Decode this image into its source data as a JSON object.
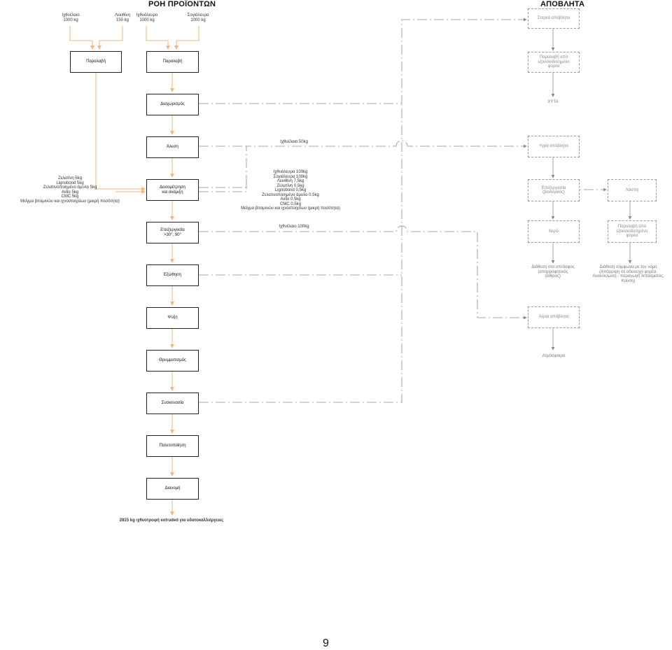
{
  "headings": {
    "product_flow": "ΡΟΗ ΠΡΟΪΟΝΤΩΝ",
    "waste": "ΑΠΟΒΛΗΤΑ"
  },
  "inputs": {
    "fish_oil": "Ιχθυέλαιο\n1000 kg",
    "lecithin": "Λεκιθίνη\n150 kg",
    "fishmeal": "Ιχθυάλευρο\n1000 kg",
    "soymeal": "Σογιάλευρα\n1000 kg"
  },
  "additives": "Ζελατίνη 5kg\nLignobond 5kg\nΖελατινοποιημένο άμυλο 5kg\nAvilo 5kg\nCMC 5kg\nΜείγμα βιταμινών και ιχνοστοιχείων (μικρή ποσότητα)",
  "process_steps": {
    "receipt_left": "Παραλαβή",
    "receipt_right": "Παραλαβή",
    "sorting": "Διαχωρισμός",
    "grinding": "Άλεση",
    "dosing": "Δοσομέτρηση\nκαι ανάμιξη",
    "processing": "Επεξεργασία\n>30°, 90°",
    "extrusion": "Εξώθηση",
    "cooling": "Ψύξη",
    "crumbling": "Θρυμματισμός",
    "packaging": "Συσκευασία",
    "palletizing": "Παλετοποίηση",
    "distribution": "Διανομή"
  },
  "output": "2815 kg ιχθυοτροφή extruded για υδατοκαλλιέργειες",
  "flow_labels": {
    "grinding_loss": "Ιχθυέλαιο 50kg",
    "dosing_loss": "Ιχθυάλευρα 100kg\nΣογιάλευρα 100kg\nΛεκιθίνη 7,5kg\nΖελατίνη 0,5kg\nLignobond 0,5kg\nΖελατινοποιημένο άμυλο 0,5kg\nAvilo 0,5kg\nCMC 0,5kg\nΜείγμα βιταμινών και ιχνοστοιχείων (μικρή ποσότητα)",
    "processing_loss": "Ιχθυέλαιο 100kg"
  },
  "waste": {
    "solid": "Στερεά απόβλητα",
    "solid_carrier": "Παραλαβή από\nεξουσιοδοτημένο\nφορέα",
    "landfill": "ΧΥΤΑ",
    "liquid": "Υγρά απόβλητα",
    "liquid_treatment": "Επεξεργασία\n(βιολογικός)",
    "sludge": "Λάσπη",
    "water": "Νερό",
    "sludge_carrier": "Παραλαβή από\nεξουσιοδοτημένο\nφορέα",
    "water_disposal": "Διάθεση στο υπέδαφος\n(απορροφητικός\nβόθρος)",
    "sludge_disposal": "Διάθεση σύμφωνα με τον νόμο\n(Απόρριψη σε αδειούχο φορέα,\nΑνακύκλωση - παραγωγή λιπάσματος,\nΚαύση)",
    "air": "Αέρια απόβλητα",
    "atmosphere": "Ατμόσφαιρα"
  },
  "page_number": "9",
  "colors": {
    "flow": "#f2b77a",
    "waste_line": "#8a8a8a",
    "box_border": "#222222",
    "waste_box_border": "#999999"
  }
}
